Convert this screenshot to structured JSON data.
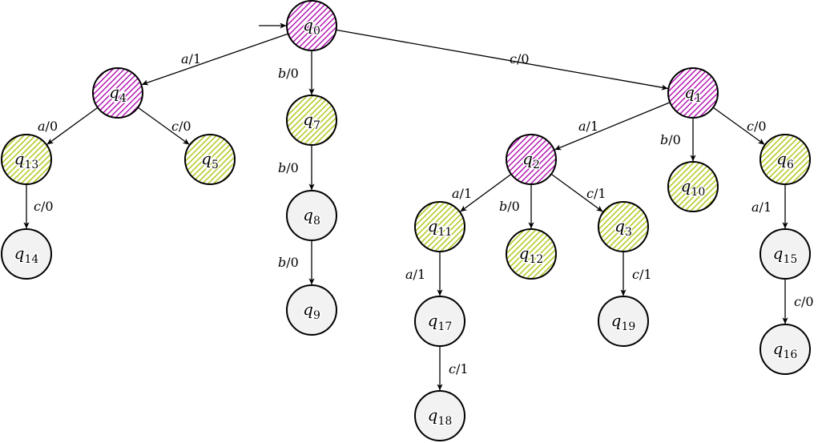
{
  "colors": {
    "magenta_hatch": "#b41ab4",
    "olive_hatch": "#b4c81e",
    "plain_fill": "#f2f2f2",
    "stroke": "#000000"
  },
  "states": [
    {
      "id": "q0",
      "base": "q",
      "sub": "0",
      "style": "magenta"
    },
    {
      "id": "q1",
      "base": "q",
      "sub": "1",
      "style": "magenta"
    },
    {
      "id": "q2",
      "base": "q",
      "sub": "2",
      "style": "magenta"
    },
    {
      "id": "q3",
      "base": "q",
      "sub": "3",
      "style": "olive"
    },
    {
      "id": "q4",
      "base": "q",
      "sub": "4",
      "style": "magenta"
    },
    {
      "id": "q5",
      "base": "q",
      "sub": "5",
      "style": "olive"
    },
    {
      "id": "q6",
      "base": "q",
      "sub": "6",
      "style": "olive"
    },
    {
      "id": "q7",
      "base": "q",
      "sub": "7",
      "style": "olive"
    },
    {
      "id": "q8",
      "base": "q",
      "sub": "8",
      "style": "plain"
    },
    {
      "id": "q9",
      "base": "q",
      "sub": "9",
      "style": "plain"
    },
    {
      "id": "q10",
      "base": "q",
      "sub": "10",
      "style": "olive"
    },
    {
      "id": "q11",
      "base": "q",
      "sub": "11",
      "style": "olive"
    },
    {
      "id": "q12",
      "base": "q",
      "sub": "12",
      "style": "olive"
    },
    {
      "id": "q13",
      "base": "q",
      "sub": "13",
      "style": "olive"
    },
    {
      "id": "q14",
      "base": "q",
      "sub": "14",
      "style": "plain"
    },
    {
      "id": "q15",
      "base": "q",
      "sub": "15",
      "style": "plain"
    },
    {
      "id": "q16",
      "base": "q",
      "sub": "16",
      "style": "plain"
    },
    {
      "id": "q17",
      "base": "q",
      "sub": "17",
      "style": "plain"
    },
    {
      "id": "q18",
      "base": "q",
      "sub": "18",
      "style": "plain"
    },
    {
      "id": "q19",
      "base": "q",
      "sub": "19",
      "style": "plain"
    }
  ],
  "initial_state": "q0",
  "edges": [
    {
      "from": "q0",
      "to": "q4",
      "input": "a",
      "output": "1"
    },
    {
      "from": "q0",
      "to": "q7",
      "input": "b",
      "output": "0"
    },
    {
      "from": "q0",
      "to": "q1",
      "input": "c",
      "output": "0"
    },
    {
      "from": "q4",
      "to": "q13",
      "input": "a",
      "output": "0"
    },
    {
      "from": "q4",
      "to": "q5",
      "input": "c",
      "output": "0"
    },
    {
      "from": "q13",
      "to": "q14",
      "input": "c",
      "output": "0"
    },
    {
      "from": "q7",
      "to": "q8",
      "input": "b",
      "output": "0"
    },
    {
      "from": "q8",
      "to": "q9",
      "input": "b",
      "output": "0"
    },
    {
      "from": "q1",
      "to": "q2",
      "input": "a",
      "output": "1"
    },
    {
      "from": "q1",
      "to": "q10",
      "input": "b",
      "output": "0"
    },
    {
      "from": "q1",
      "to": "q6",
      "input": "c",
      "output": "0"
    },
    {
      "from": "q2",
      "to": "q11",
      "input": "a",
      "output": "1"
    },
    {
      "from": "q2",
      "to": "q12",
      "input": "b",
      "output": "0"
    },
    {
      "from": "q2",
      "to": "q3",
      "input": "c",
      "output": "1"
    },
    {
      "from": "q11",
      "to": "q17",
      "input": "a",
      "output": "1"
    },
    {
      "from": "q17",
      "to": "q18",
      "input": "c",
      "output": "1"
    },
    {
      "from": "q3",
      "to": "q19",
      "input": "c",
      "output": "1"
    },
    {
      "from": "q6",
      "to": "q15",
      "input": "a",
      "output": "1"
    },
    {
      "from": "q15",
      "to": "q16",
      "input": "c",
      "output": "0"
    }
  ]
}
